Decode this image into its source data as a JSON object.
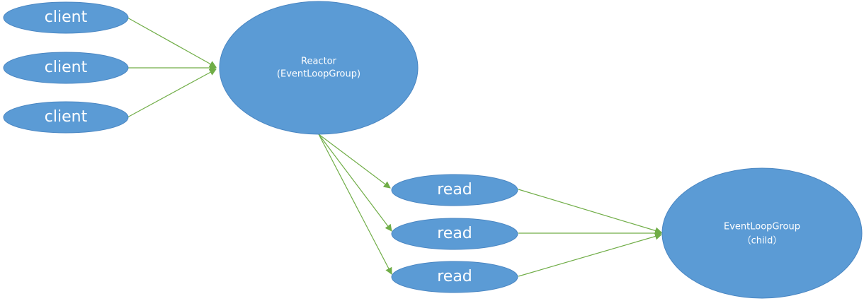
{
  "colors": {
    "node_fill": "#5b9bd5",
    "node_text": "#ffffff",
    "edge": "#70ad47"
  },
  "nodes": {
    "clients": [
      {
        "label": "client"
      },
      {
        "label": "client"
      },
      {
        "label": "client"
      }
    ],
    "reactor": {
      "line1": "Reactor",
      "line2": "(EventLoopGroup)"
    },
    "reads": [
      {
        "label": "read"
      },
      {
        "label": "read"
      },
      {
        "label": "read"
      }
    ],
    "child_group": {
      "line1": "EventLoopGroup",
      "line2": "（child）"
    }
  },
  "edges": [
    {
      "from": "client-1",
      "to": "reactor"
    },
    {
      "from": "client-2",
      "to": "reactor"
    },
    {
      "from": "client-3",
      "to": "reactor"
    },
    {
      "from": "reactor",
      "to": "read-1"
    },
    {
      "from": "reactor",
      "to": "read-2"
    },
    {
      "from": "reactor",
      "to": "read-3"
    },
    {
      "from": "read-1",
      "to": "child-group"
    },
    {
      "from": "read-2",
      "to": "child-group"
    },
    {
      "from": "read-3",
      "to": "child-group"
    }
  ]
}
